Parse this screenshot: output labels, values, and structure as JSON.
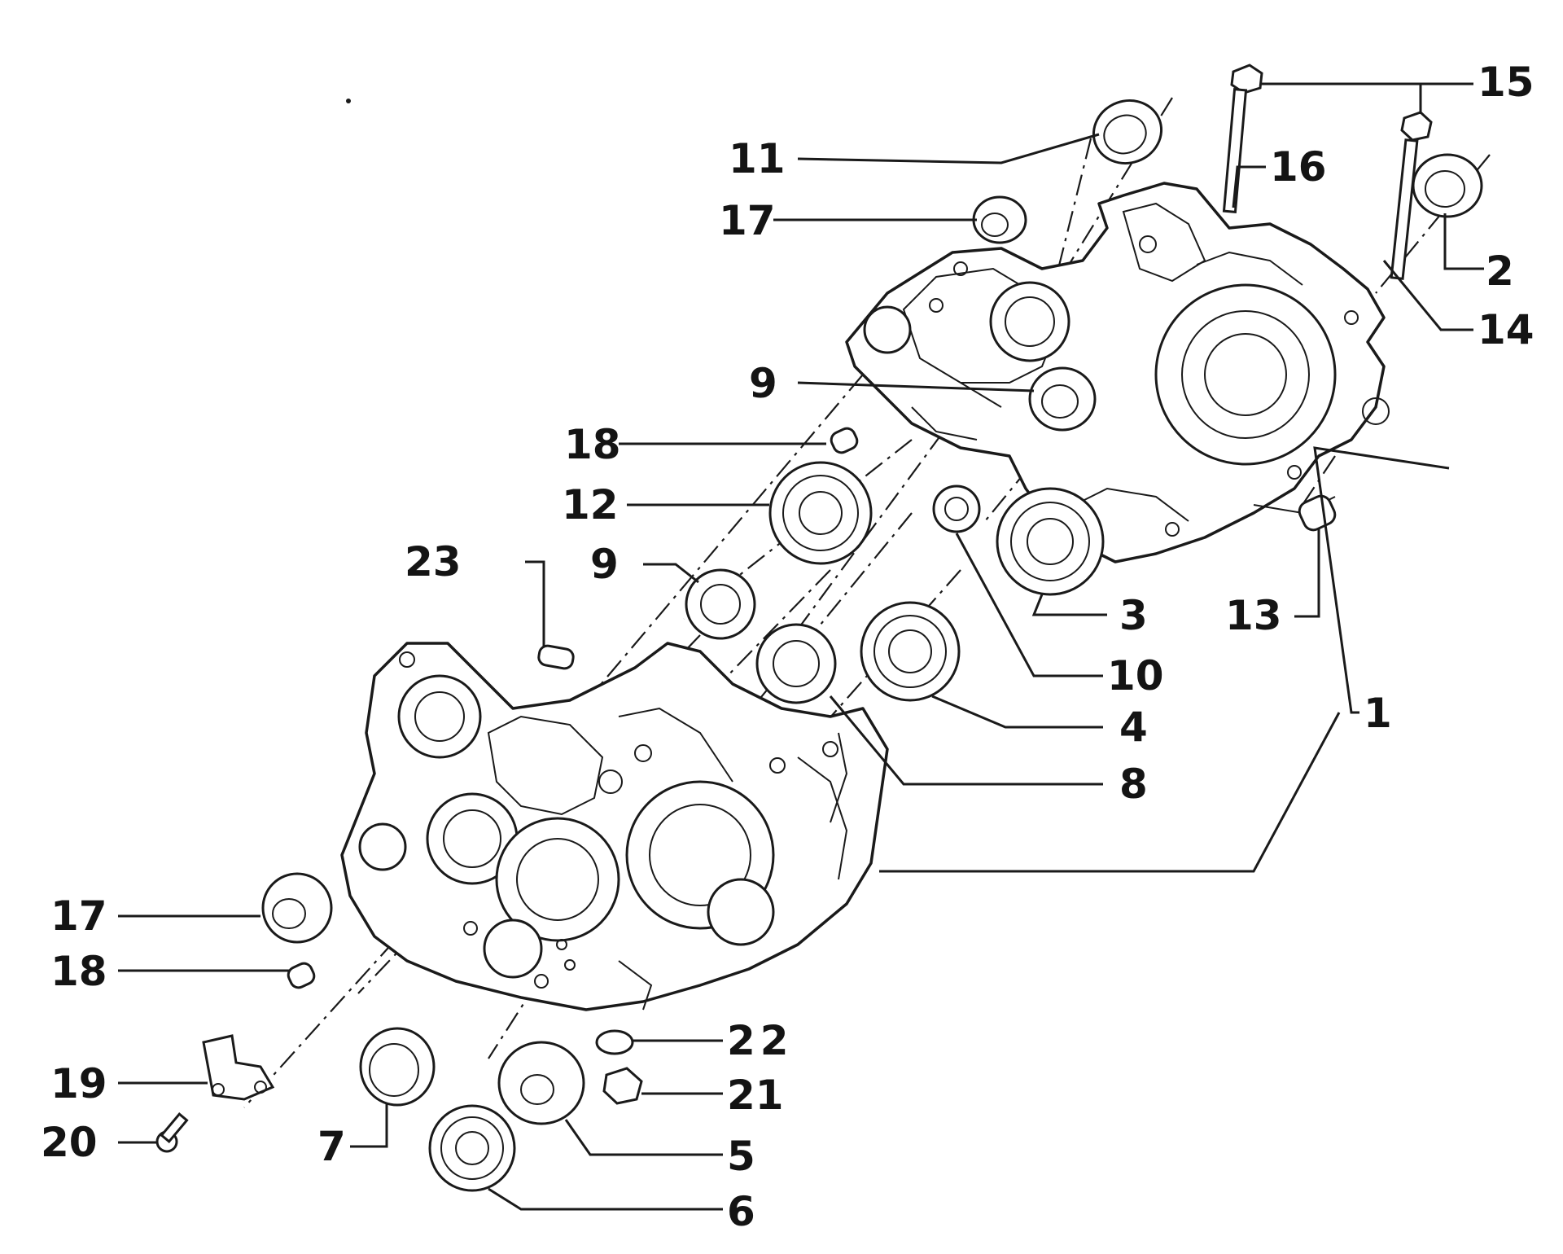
{
  "callouts": [
    {
      "id": "15",
      "text": "15"
    },
    {
      "id": "11",
      "text": "11"
    },
    {
      "id": "16",
      "text": "16"
    },
    {
      "id": "17-top",
      "text": "17"
    },
    {
      "id": "2",
      "text": "2"
    },
    {
      "id": "14",
      "text": "14"
    },
    {
      "id": "9-top",
      "text": "9"
    },
    {
      "id": "18-top",
      "text": "18"
    },
    {
      "id": "12",
      "text": "12"
    },
    {
      "id": "23",
      "text": "23"
    },
    {
      "id": "9-mid",
      "text": "9"
    },
    {
      "id": "3",
      "text": "3"
    },
    {
      "id": "13",
      "text": "13"
    },
    {
      "id": "10",
      "text": "10"
    },
    {
      "id": "1",
      "text": "1"
    },
    {
      "id": "4",
      "text": "4"
    },
    {
      "id": "8",
      "text": "8"
    },
    {
      "id": "17-bottom",
      "text": "17"
    },
    {
      "id": "18-bottom",
      "text": "18"
    },
    {
      "id": "22",
      "text": "22"
    },
    {
      "id": "19",
      "text": "19"
    },
    {
      "id": "21",
      "text": "21"
    },
    {
      "id": "20",
      "text": "20"
    },
    {
      "id": "7",
      "text": "7"
    },
    {
      "id": "5",
      "text": "5"
    },
    {
      "id": "6",
      "text": "6"
    }
  ]
}
